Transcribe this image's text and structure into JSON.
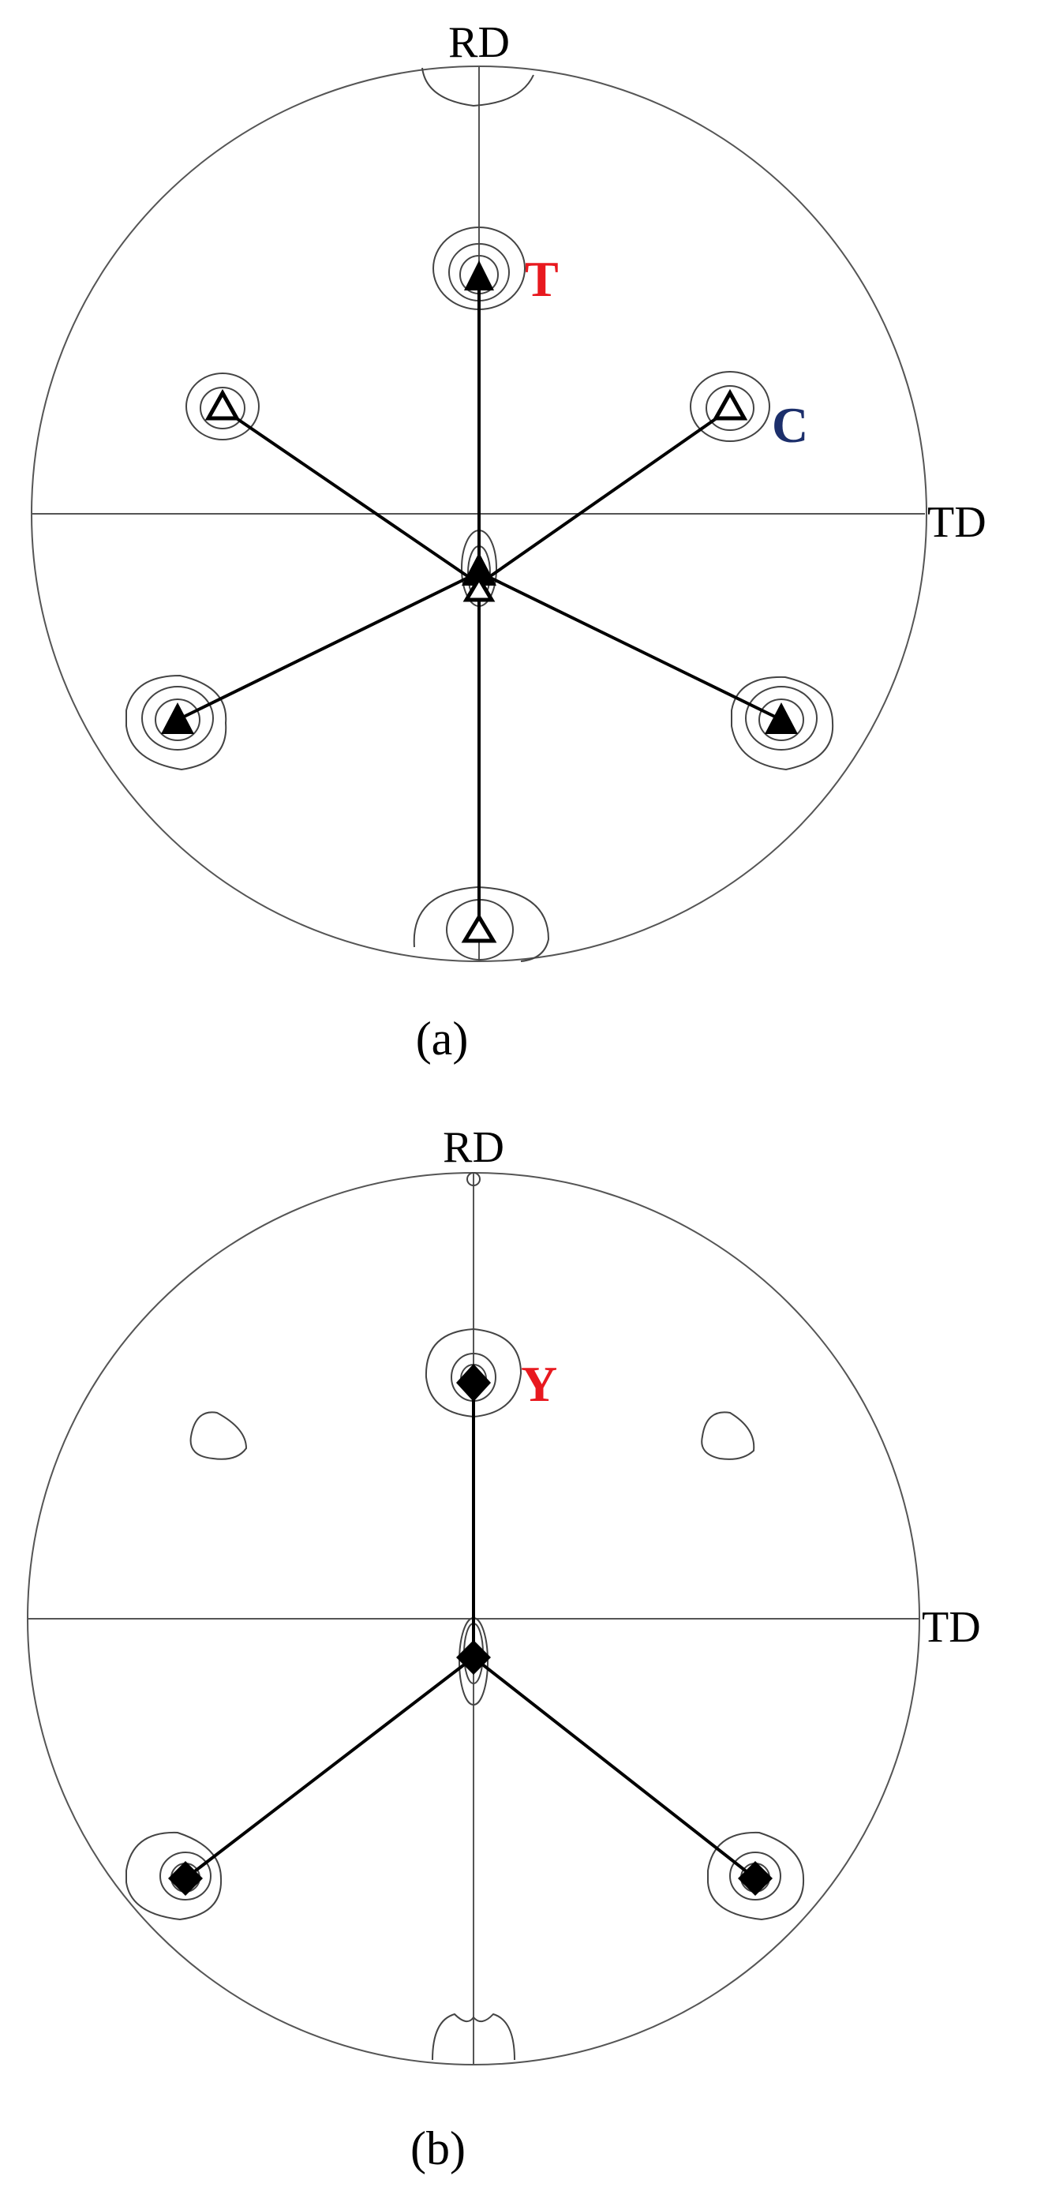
{
  "panel_a": {
    "rd_label": "RD",
    "td_label": "TD",
    "marker_t_label": "T",
    "marker_c_label": "C",
    "caption": "(a)"
  },
  "panel_b": {
    "rd_label": "RD",
    "td_label": "TD",
    "marker_y_label": "Y",
    "caption": "(b)"
  },
  "colors": {
    "label_red": "#e8191f",
    "label_blue": "#1c2f6b",
    "line": "#000000",
    "contour": "#444444"
  }
}
